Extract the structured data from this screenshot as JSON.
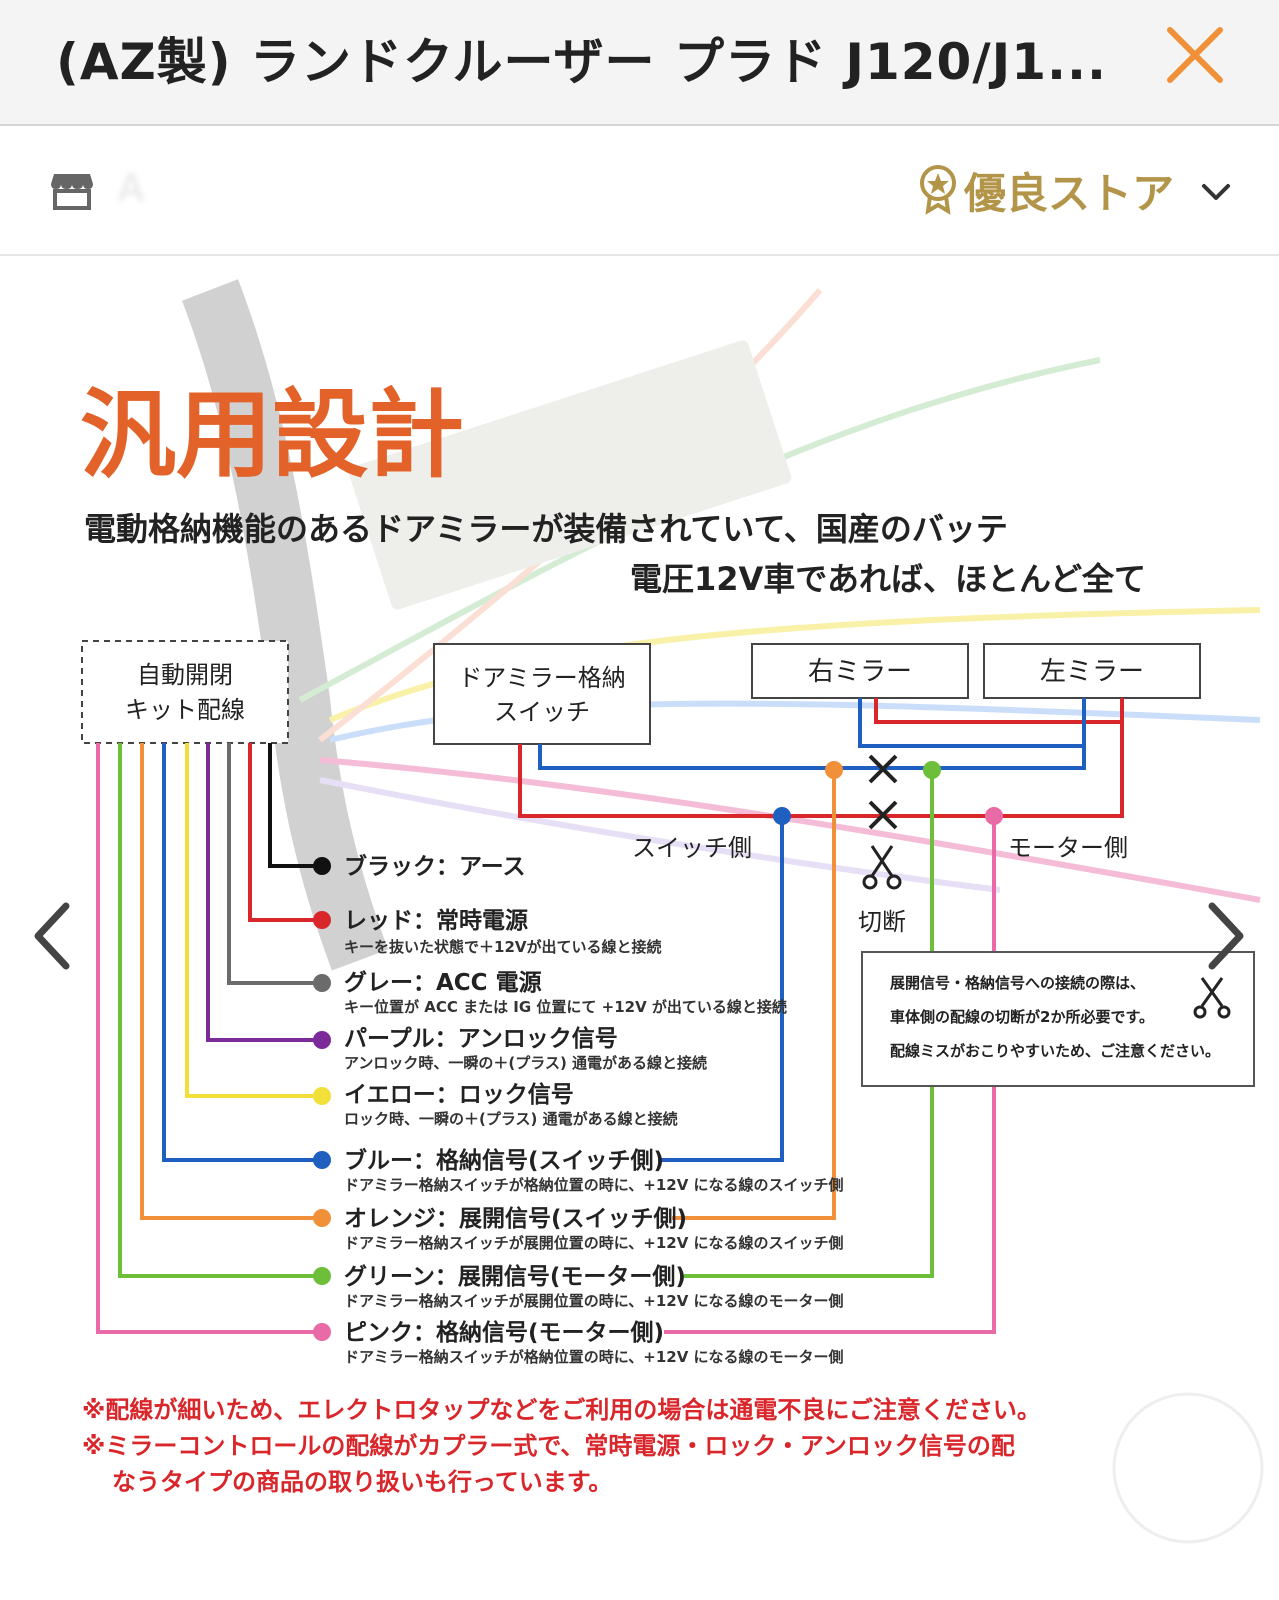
{
  "header": {
    "title": "(AZ製) ランドクルーザー プラド J120/J1...",
    "close_icon": "close-icon",
    "accent_color": "#f0913a"
  },
  "store": {
    "store_icon": "store-icon",
    "name_hidden": "A",
    "badge_icon": "star-badge-icon",
    "badge_label": "優良ストア",
    "badge_color": "#b3954a",
    "chevron_icon": "chevron-down-icon"
  },
  "diagram": {
    "heading": "汎用設計",
    "subtitle_line1": "電動格納機能のあるドアミラーが装備されていて、国産のバッテ",
    "subtitle_line2": "電圧12V車であれば、ほとんど全て",
    "kit_box": [
      "自動開閉",
      "キット配線"
    ],
    "switch_box": [
      "ドアミラー格納",
      "スイッチ"
    ],
    "right_mirror": "右ミラー",
    "left_mirror": "左ミラー",
    "switch_side": "スイッチ側",
    "motor_side": "モーター側",
    "cut_label": "切断",
    "note_lines": [
      "展開信号・格納信号への接続の際は、",
      "車体側の配線の切断が2か所必要です。",
      "配線ミスがおこりやすいため、ご注意ください。"
    ],
    "wires": [
      {
        "label": "ブラック：アース",
        "desc": "",
        "color": "#111111"
      },
      {
        "label": "レッド：常時電源",
        "desc": "キーを抜いた状態で＋12Vが出ている線と接続",
        "color": "#d9262b"
      },
      {
        "label": "グレー：ACC 電源",
        "desc": "キー位置が ACC または IG 位置にて +12V が出ている線と接続",
        "color": "#6b6b6b"
      },
      {
        "label": "パープル：アンロック信号",
        "desc": "アンロック時、一瞬の＋(プラス) 通電がある線と接続",
        "color": "#7b2a9a"
      },
      {
        "label": "イエロー：ロック信号",
        "desc": "ロック時、一瞬の＋(プラス) 通電がある線と接続",
        "color": "#f2df3a"
      },
      {
        "label": "ブルー：格納信号(スイッチ側)",
        "desc": "ドアミラー格納スイッチが格納位置の時に、+12V になる線のスイッチ側",
        "color": "#1f5fbf"
      },
      {
        "label": "オレンジ：展開信号(スイッチ側)",
        "desc": "ドアミラー格納スイッチが展開位置の時に、+12V になる線のスイッチ側",
        "color": "#f0913a"
      },
      {
        "label": "グリーン：展開信号(モーター側)",
        "desc": "ドアミラー格納スイッチが展開位置の時に、+12V になる線のモーター側",
        "color": "#6dbf3a"
      },
      {
        "label": "ピンク：格納信号(モーター側)",
        "desc": "ドアミラー格納スイッチが格納位置の時に、+12V になる線のモーター側",
        "color": "#e86aa6"
      }
    ],
    "footnote1": "※配線が細いため、エレクトロタップなどをご利用の場合は通電不良にご注意ください。",
    "footnote2": "※ミラーコントロールの配線がカプラー式で、常時電源・ロック・アンロック信号の配",
    "footnote3": "なうタイプの商品の取り扱いも行っています。",
    "heading_color": "#e2622a",
    "footnote_color": "#d9262b"
  },
  "carousel": {
    "prev_icon": "chevron-left-icon",
    "next_icon": "chevron-right-icon"
  }
}
